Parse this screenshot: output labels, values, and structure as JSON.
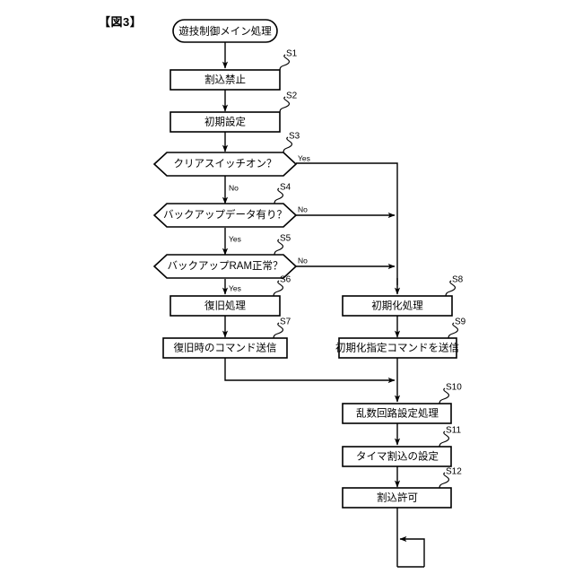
{
  "figure": {
    "number_label": "【図3】",
    "title_text": "遊技制御メイン処理"
  },
  "diagram": {
    "type": "flowchart",
    "orientation": "top-down",
    "start_node": {
      "id": "start",
      "shape": "terminator",
      "text": "遊技制御メイン処理"
    },
    "nodes": [
      {
        "id": "S1",
        "step": "S1",
        "shape": "process",
        "text": "割込禁止"
      },
      {
        "id": "S2",
        "step": "S2",
        "shape": "process",
        "text": "初期設定"
      },
      {
        "id": "S3",
        "step": "S3",
        "shape": "decision",
        "text": "クリアスイッチオン？"
      },
      {
        "id": "S4",
        "step": "S4",
        "shape": "decision",
        "text": "バックアップデータ有り？"
      },
      {
        "id": "S5",
        "step": "S5",
        "shape": "decision",
        "text": "バックアップRAM正常？"
      },
      {
        "id": "S6",
        "step": "S6",
        "shape": "process",
        "text": "復旧処理"
      },
      {
        "id": "S7",
        "step": "S7",
        "shape": "process",
        "text": "復旧時のコマンド送信"
      },
      {
        "id": "S8",
        "step": "S8",
        "shape": "process",
        "text": "初期化処理"
      },
      {
        "id": "S9",
        "step": "S9",
        "shape": "process",
        "text": "初期化指定コマンドを送信"
      },
      {
        "id": "S10",
        "step": "S10",
        "shape": "process",
        "text": "乱数回路設定処理"
      },
      {
        "id": "S11",
        "step": "S11",
        "shape": "process",
        "text": "タイマ割込の設定"
      },
      {
        "id": "S12",
        "step": "S12",
        "shape": "process",
        "text": "割込許可"
      }
    ],
    "branch_labels": {
      "s3_yes": "Yes",
      "s3_no": "No",
      "s4_no": "No",
      "s4_yes": "Yes",
      "s5_no": "No",
      "s5_yes": "Yes"
    },
    "edges": [
      {
        "from": "start",
        "to": "S1",
        "label": ""
      },
      {
        "from": "S1",
        "to": "S2",
        "label": ""
      },
      {
        "from": "S2",
        "to": "S3",
        "label": ""
      },
      {
        "from": "S3",
        "to": "S8",
        "label": "Yes"
      },
      {
        "from": "S3",
        "to": "S4",
        "label": "No"
      },
      {
        "from": "S4",
        "to": "S8",
        "label": "No"
      },
      {
        "from": "S4",
        "to": "S5",
        "label": "Yes"
      },
      {
        "from": "S5",
        "to": "S8",
        "label": "No"
      },
      {
        "from": "S5",
        "to": "S6",
        "label": "Yes"
      },
      {
        "from": "S6",
        "to": "S7",
        "label": ""
      },
      {
        "from": "S7",
        "to": "S10",
        "label": ""
      },
      {
        "from": "S8",
        "to": "S9",
        "label": ""
      },
      {
        "from": "S9",
        "to": "S10",
        "label": ""
      },
      {
        "from": "S10",
        "to": "S11",
        "label": ""
      },
      {
        "from": "S11",
        "to": "S12",
        "label": ""
      },
      {
        "from": "S12",
        "to": "loop",
        "label": ""
      }
    ]
  }
}
